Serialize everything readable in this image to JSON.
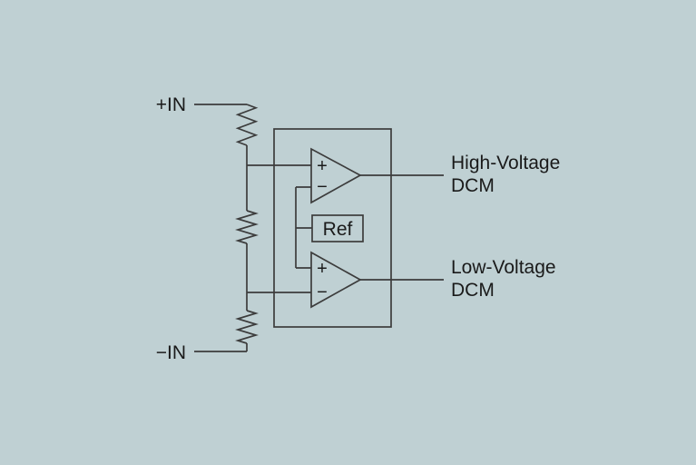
{
  "colors": {
    "background": "#bfd0d3",
    "line": "#3c3c3c",
    "text": "#1a1a1a"
  },
  "labels": {
    "input_positive": "+IN",
    "input_negative": "−IN",
    "output_high_line1": "High-Voltage",
    "output_high_line2": "DCM",
    "output_low_line1": "Low-Voltage",
    "output_low_line2": "DCM",
    "reference": "Ref",
    "comparator_noninverting": "+",
    "comparator_inverting": "−"
  }
}
